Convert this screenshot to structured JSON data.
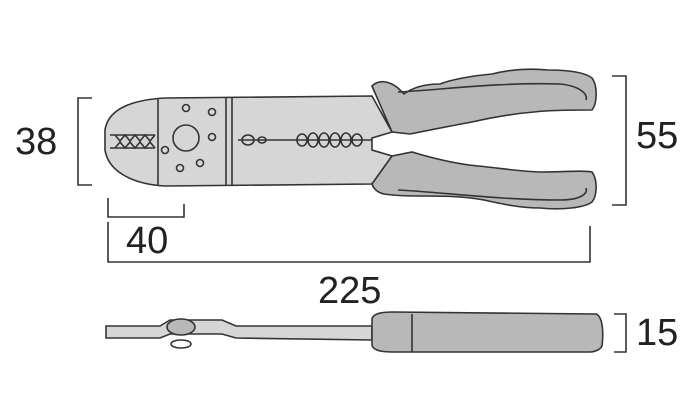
{
  "dimensions": {
    "jaw_height": "38",
    "overall_height": "55",
    "jaw_length": "40",
    "overall_length": "225",
    "thickness": "15"
  },
  "colors": {
    "outline": "#333333",
    "body_fill": "#d6d6d6",
    "grip_fill": "#b8b8b8"
  }
}
